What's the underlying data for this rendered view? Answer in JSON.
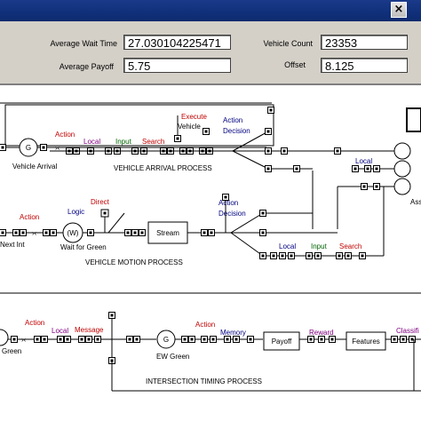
{
  "window": {
    "close_glyph": "×",
    "colors": {
      "titlebar": "#10307a",
      "panel": "#d4d0c8",
      "red_label": "#c00000",
      "purple_label": "#800080",
      "green_label": "#006400",
      "blue_label": "#000080"
    }
  },
  "stats": {
    "average_wait_time_label": "Average Wait Time",
    "average_wait_time_value": "27.030104225471",
    "average_payoff_label": "Average Payoff",
    "average_payoff_value": "5.75",
    "vehicle_count_label": "Vehicle Count",
    "vehicle_count_value": "23353",
    "offset_label": "Offset",
    "offset_value": "8.125"
  },
  "vehicle_arrival": {
    "title": "VEHICLE ARRIVAL PROCESS",
    "generator_symbol": "G",
    "generator_label": "Vehicle Arrival",
    "action": "Action",
    "local": "Local",
    "input": "Input",
    "search": "Search",
    "execute_line1": "Execute",
    "execute_line2": "Vehicle",
    "action_decision_line1": "Action",
    "action_decision_line2": "Decision",
    "local_right": "Local",
    "cut_label": "Ass"
  },
  "vehicle_motion": {
    "title": "VEHICLE MOTION PROCESS",
    "next_int": "Next Int",
    "action": "Action",
    "logic": "Logic",
    "wait_symbol": "(W)",
    "wait_label": "Wait for Green",
    "direct": "Direct",
    "stream": "Stream",
    "action_decision_line1": "Action",
    "action_decision_line2": "Decision",
    "local": "Local",
    "input": "Input",
    "search": "Search"
  },
  "intersection_timing": {
    "title": "INTERSECTION TIMING PROCESS",
    "green": "Green",
    "action": "Action",
    "local": "Local",
    "message": "Message",
    "generator_symbol": "G",
    "ew_green": "EW Green",
    "action2": "Action",
    "memory": "Memory",
    "payoff": "Payoff",
    "reward": "Reward",
    "features": "Features",
    "classif": "Classifi"
  }
}
